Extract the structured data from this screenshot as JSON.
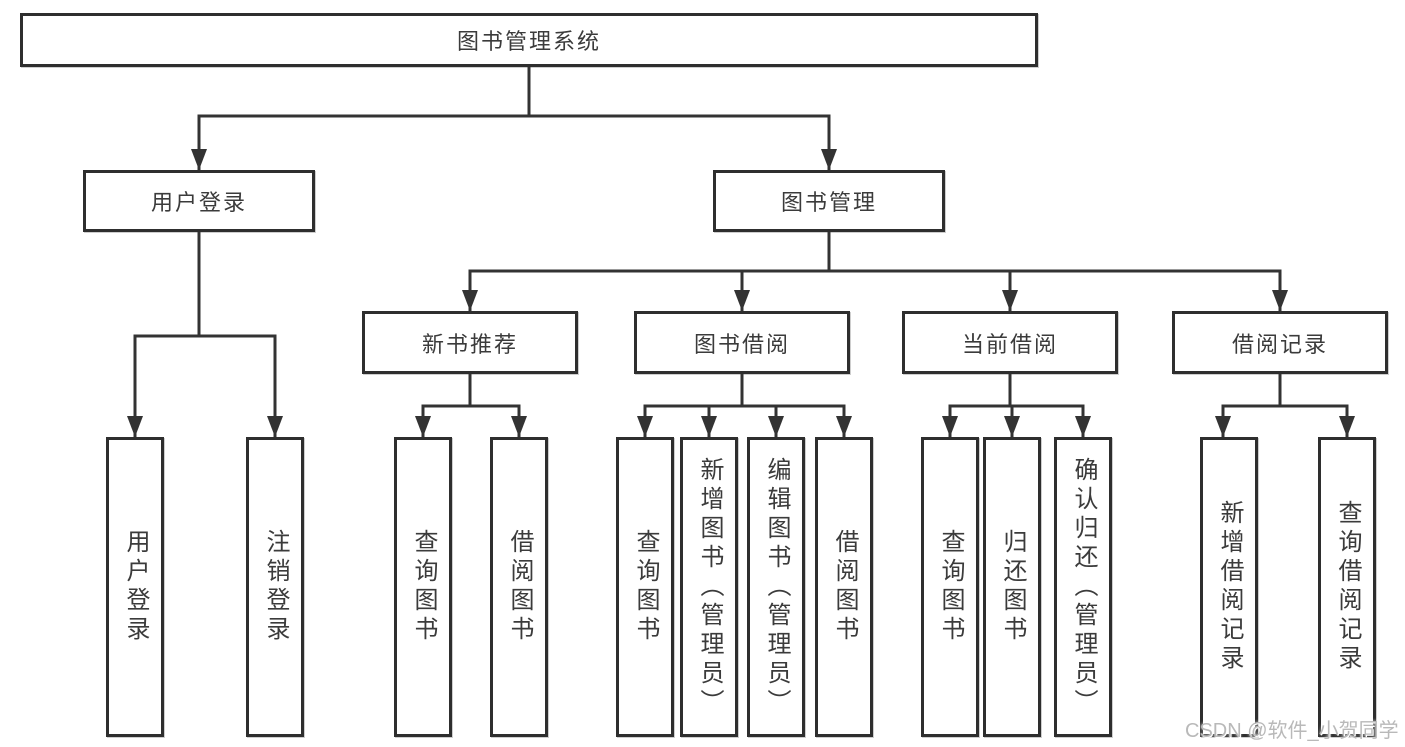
{
  "diagram": {
    "root": {
      "label": "图书管理系统"
    },
    "level2": [
      {
        "label": "用户登录"
      },
      {
        "label": "图书管理"
      }
    ],
    "level3": [
      {
        "label": "新书推荐"
      },
      {
        "label": "图书借阅"
      },
      {
        "label": "当前借阅"
      },
      {
        "label": "借阅记录"
      }
    ],
    "leaves": {
      "user_login": [
        {
          "label": "用户登录"
        },
        {
          "label": "注销登录"
        }
      ],
      "new_book_rec": [
        {
          "label": "查询图书"
        },
        {
          "label": "借阅图书"
        }
      ],
      "book_borrow": [
        {
          "label": "查询图书"
        },
        {
          "label": "新增图书（管理员）"
        },
        {
          "label": "编辑图书（管理员）"
        },
        {
          "label": "借阅图书"
        }
      ],
      "current_borrow": [
        {
          "label": "查询图书"
        },
        {
          "label": "归还图书"
        },
        {
          "label": "确认归还（管理员）"
        }
      ],
      "borrow_records": [
        {
          "label": "新增借阅记录"
        },
        {
          "label": "查询借阅记录"
        }
      ]
    }
  },
  "watermark": {
    "text": "CSDN @软件_小贺同学"
  },
  "colors": {
    "line": "#333333",
    "box_border": "#2e2e2e",
    "text": "#3b3b3b",
    "watermark": "#b9b9b9",
    "background": "#ffffff"
  }
}
